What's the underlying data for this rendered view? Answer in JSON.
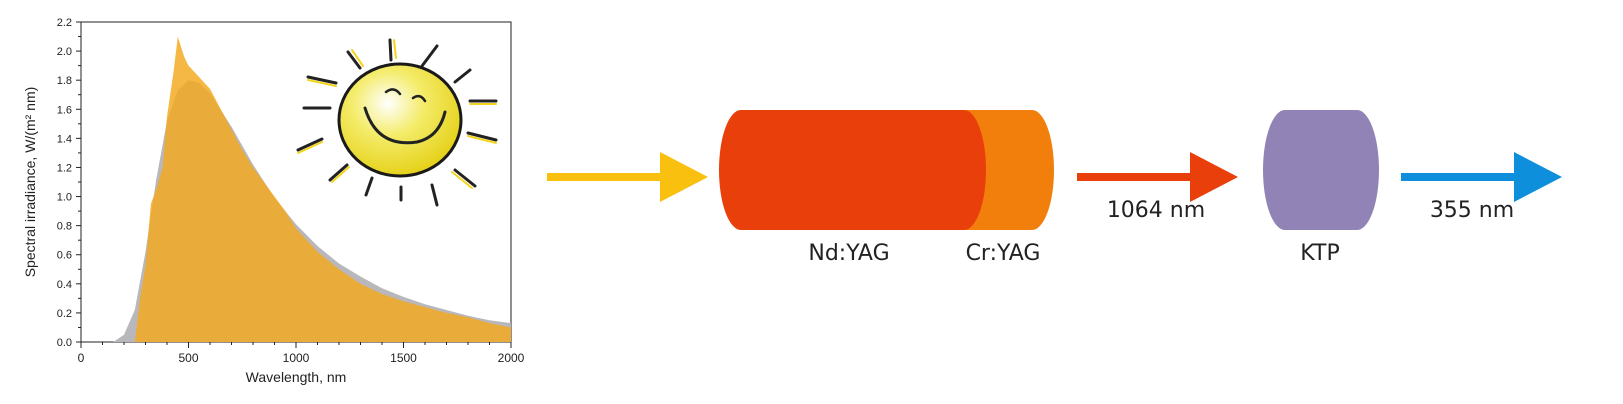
{
  "chart_data": {
    "type": "area",
    "xlabel": "Wavelength, nm",
    "ylabel": "Spectral irradiance, W/(m² nm)",
    "xlim": [
      0,
      2000
    ],
    "ylim": [
      0,
      2.2
    ],
    "x_ticks": [
      "0",
      "500",
      "1000",
      "1500",
      "2000"
    ],
    "y_ticks": [
      "0.0",
      "0.2",
      "0.4",
      "0.6",
      "0.8",
      "1.0",
      "1.2",
      "1.4",
      "1.6",
      "1.8",
      "2.0",
      "2.2"
    ],
    "series": [
      {
        "color": "#b8b8bc",
        "x": [
          150,
          200,
          250,
          300,
          350,
          400,
          450,
          500,
          550,
          600,
          700,
          800,
          900,
          1000,
          1100,
          1200,
          1300,
          1400,
          1500,
          1600,
          1700,
          1800,
          1900,
          2000
        ],
        "values": [
          0.0,
          0.05,
          0.22,
          0.62,
          1.12,
          1.52,
          1.73,
          1.8,
          1.78,
          1.71,
          1.48,
          1.22,
          0.99,
          0.81,
          0.66,
          0.54,
          0.45,
          0.37,
          0.31,
          0.26,
          0.22,
          0.18,
          0.15,
          0.13
        ]
      },
      {
        "color": "#f4a81c",
        "x": [
          250,
          275,
          300,
          325,
          350,
          380,
          400,
          430,
          450,
          480,
          500,
          550,
          600,
          650,
          700,
          750,
          800,
          850,
          900,
          950,
          1000,
          1100,
          1200,
          1300,
          1400,
          1500,
          1600,
          1700,
          1800,
          1900,
          2000
        ],
        "values": [
          0.0,
          0.3,
          0.52,
          0.95,
          1.05,
          1.2,
          1.55,
          1.85,
          2.1,
          1.96,
          1.9,
          1.82,
          1.74,
          1.6,
          1.46,
          1.32,
          1.2,
          1.1,
          1.0,
          0.9,
          0.78,
          0.62,
          0.5,
          0.4,
          0.33,
          0.28,
          0.24,
          0.2,
          0.17,
          0.13,
          0.1
        ]
      }
    ]
  },
  "diagram": {
    "crystal_1_label": "Nd:YAG",
    "crystal_2_label": "Cr:YAG",
    "crystal_3_label": "KTP",
    "arrow_1_label": "1064 nm",
    "arrow_2_label": "355 nm",
    "colors": {
      "pump_arrow": "#f9c010",
      "nd_yag": "#e93f0a",
      "cr_yag": "#f27f0c",
      "ir_arrow": "#e93f0a",
      "ktp": "#9283b6",
      "uv_arrow": "#0e8fdc",
      "sun_face": "#f2e233"
    }
  }
}
